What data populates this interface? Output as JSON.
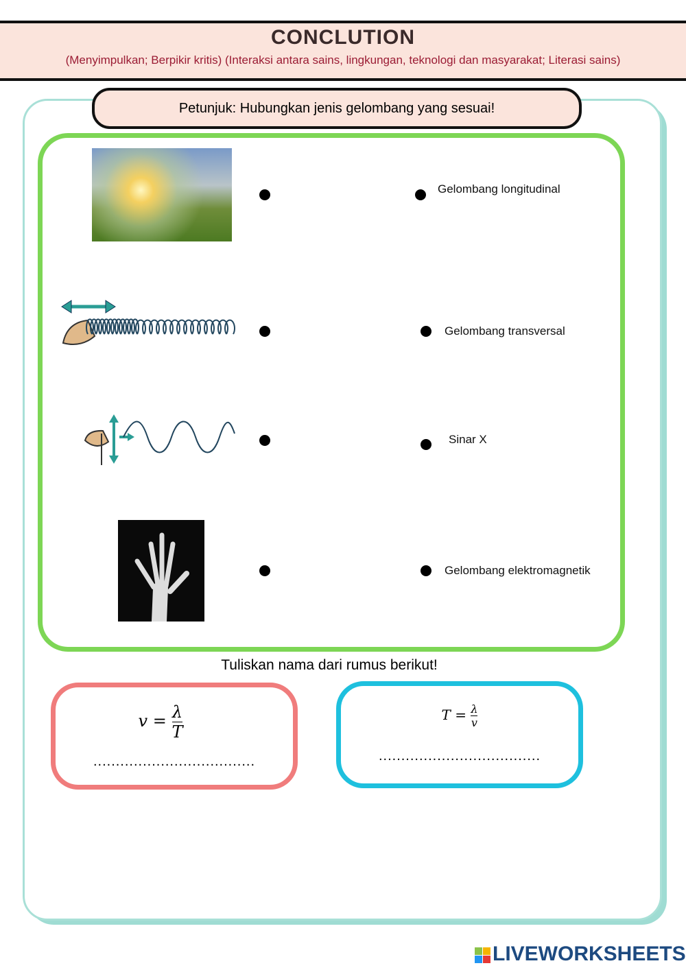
{
  "header": {
    "title": "CONCLUTION",
    "subtitle": "(Menyimpulkan; Berpikir kritis) (Interaksi antara sains, lingkungan, teknologi dan masyarakat; Literasi sains)"
  },
  "instruction": "Petunjuk: Hubungkan jenis gelombang yang sesuai!",
  "matching": {
    "images": [
      "sunlight-forest-photo",
      "slinky-spring-diagram",
      "rope-wave-diagram",
      "hand-xray-photo"
    ],
    "labels": [
      "Gelombang longitudinal",
      "Gelombang transversal",
      "Sinar X",
      "Gelombang elektromagnetik"
    ]
  },
  "question": "Tuliskan nama dari rumus berikut!",
  "formulas": [
    {
      "lhs": "v =",
      "num": "λ",
      "den": "T",
      "answer": "....................................",
      "color": "#f07c7c"
    },
    {
      "lhs": "T =",
      "num": "λ",
      "den": "v",
      "answer": "....................................",
      "color": "#1ec0de"
    }
  ],
  "footer": {
    "logo": "LIVEWORKSHEETS"
  }
}
